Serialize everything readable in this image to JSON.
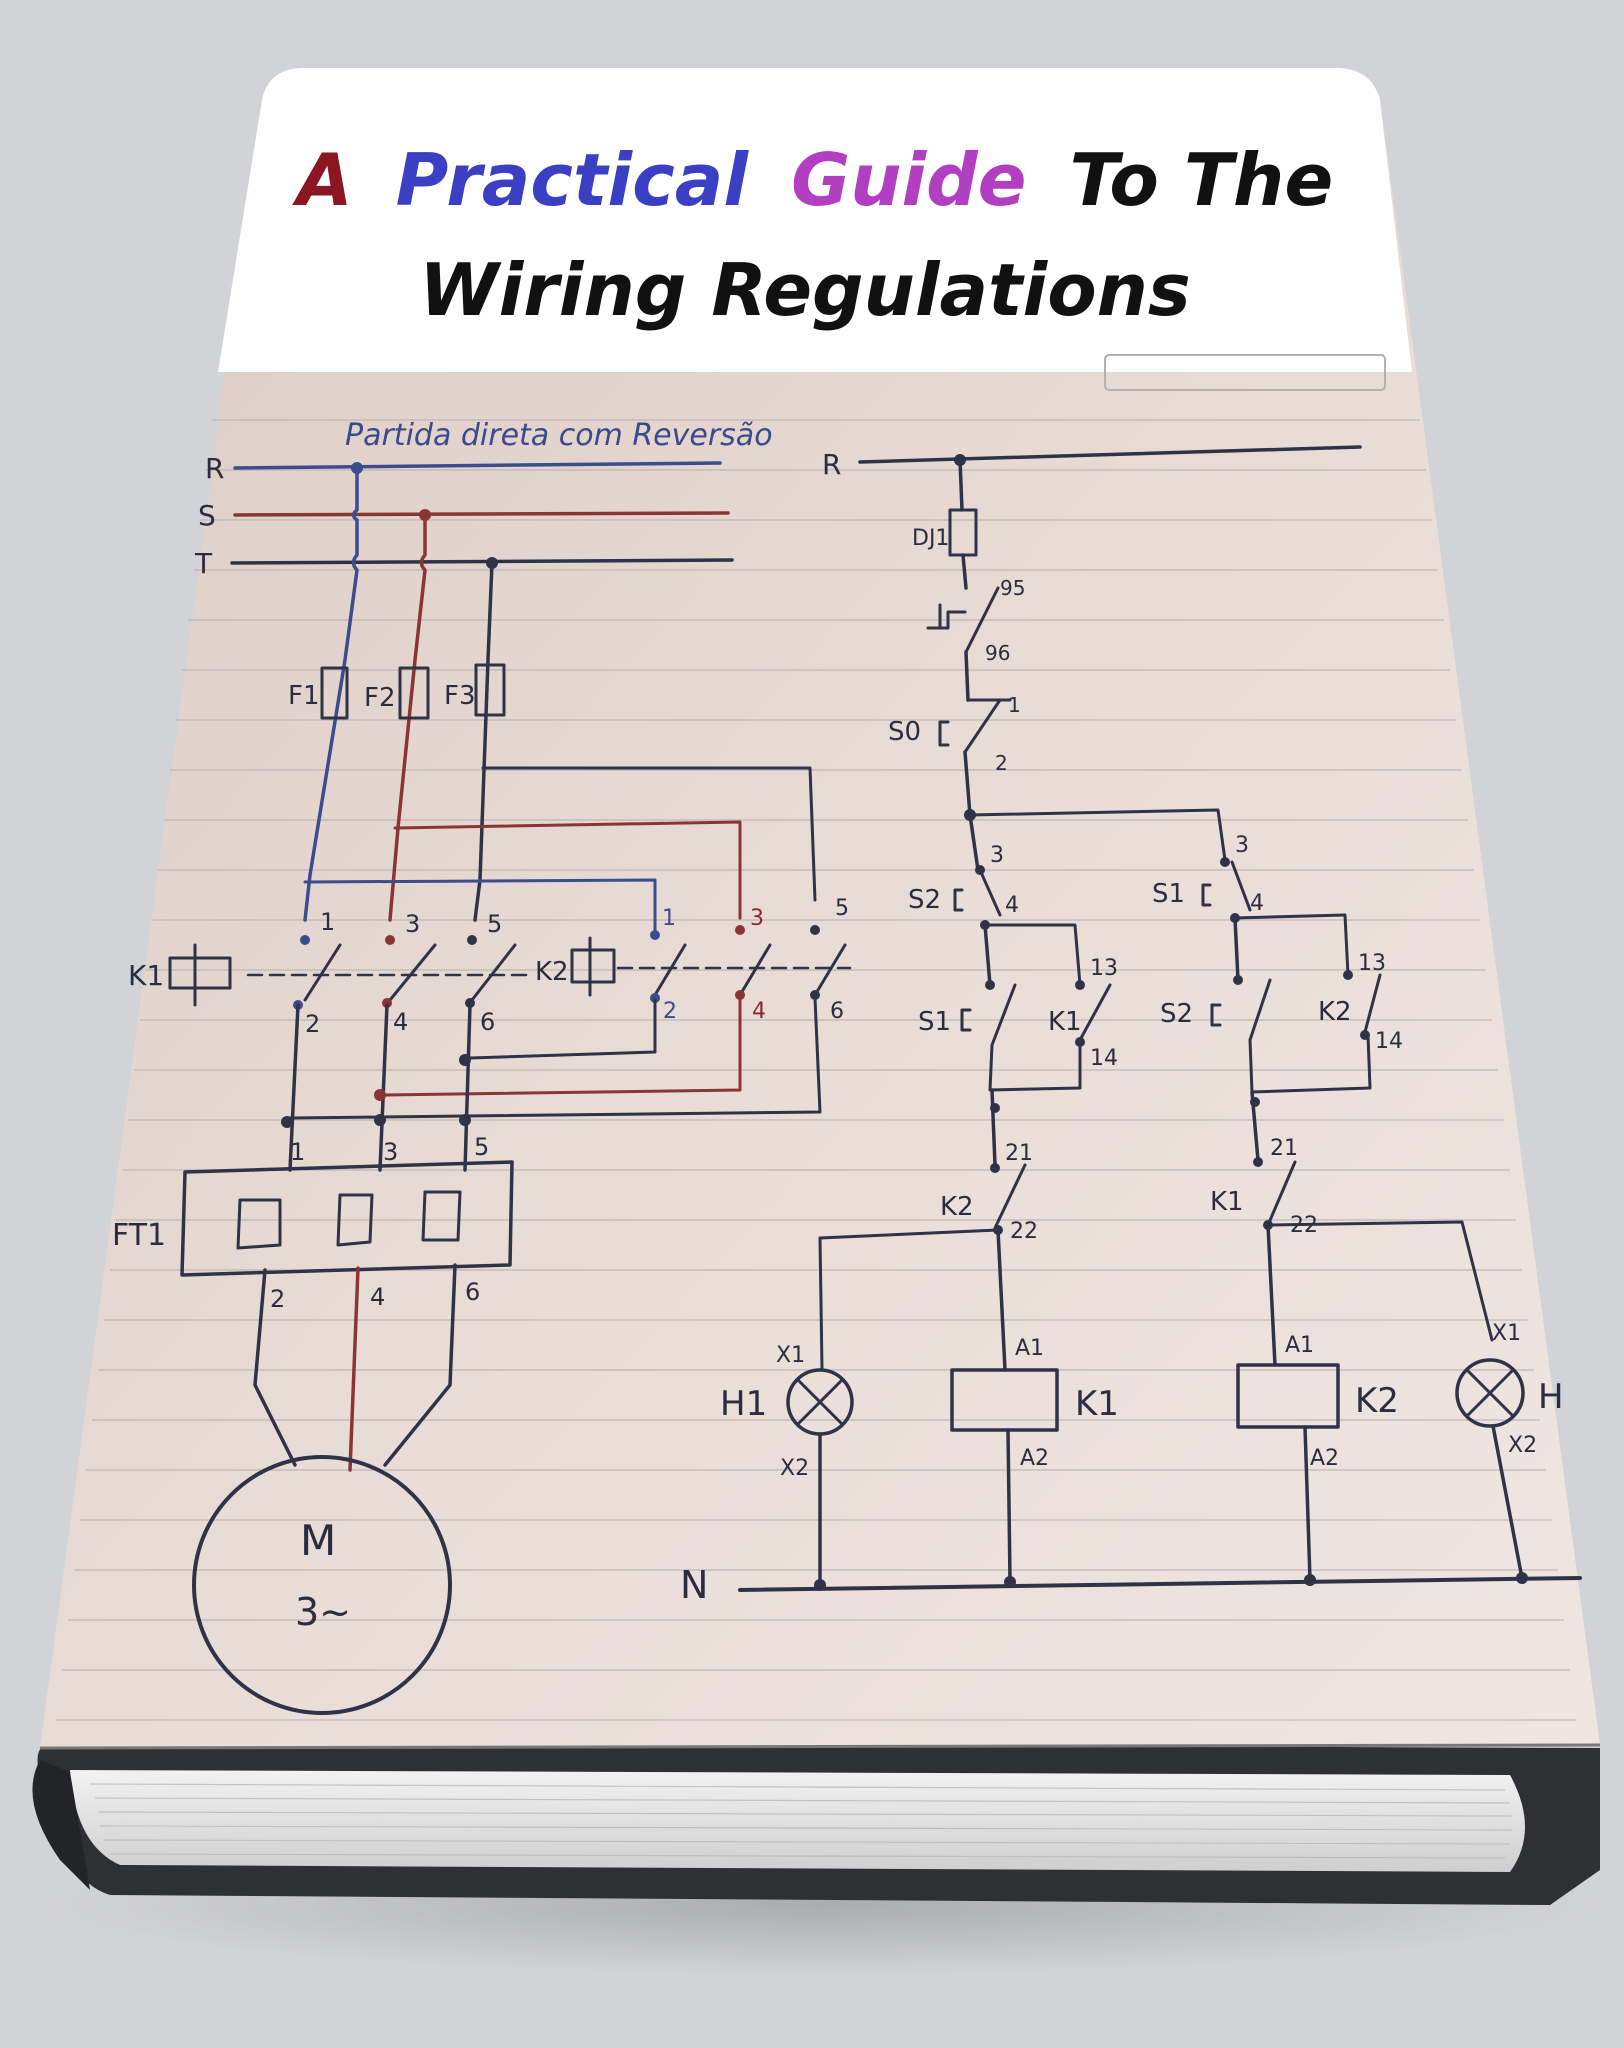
{
  "cover": {
    "title": {
      "line1": [
        {
          "text": "A",
          "color": "#8b1520"
        },
        {
          "text": "Practical",
          "color": "#3a3fc4"
        },
        {
          "text": "Guide",
          "color": "#b23ec2"
        },
        {
          "text": "To The",
          "color": "#111111"
        }
      ],
      "line2": "Wiring Regulations"
    },
    "diagram": {
      "heading": "Partida direta com Reversão",
      "phases": [
        "R",
        "S",
        "T"
      ],
      "fuses": [
        "F1",
        "F2",
        "F3"
      ],
      "contactor_k1": "K1",
      "contactor_k2": "K2",
      "top_terminals": [
        "1",
        "3",
        "5"
      ],
      "bottom_terminals": [
        "2",
        "4",
        "6"
      ],
      "overload_relay": "FT1",
      "motor": {
        "line1": "M",
        "line2": "3~"
      },
      "control": {
        "supply": "R",
        "neutral": "N",
        "thermal_relay": "DJ1",
        "ft_contacts": [
          "95",
          "96"
        ],
        "stop_button": "S0",
        "stop_terminals": [
          "1",
          "2"
        ],
        "branch1": {
          "push": "S2",
          "interlock_push": "S1",
          "hold": "K1",
          "interlock": "K2",
          "coil": "K1",
          "lamp": "H1"
        },
        "branch2": {
          "push": "S1",
          "interlock_push": "S2",
          "hold": "K2",
          "interlock": "K1",
          "coil": "K2",
          "lamp": "H"
        },
        "no_terms": [
          "3",
          "4"
        ],
        "hold_terms": [
          "13",
          "14"
        ],
        "nc_terms": [
          "21",
          "22"
        ],
        "coil_terms": [
          "A1",
          "A2"
        ],
        "lamp_terms": [
          "X1",
          "X2"
        ]
      }
    }
  }
}
